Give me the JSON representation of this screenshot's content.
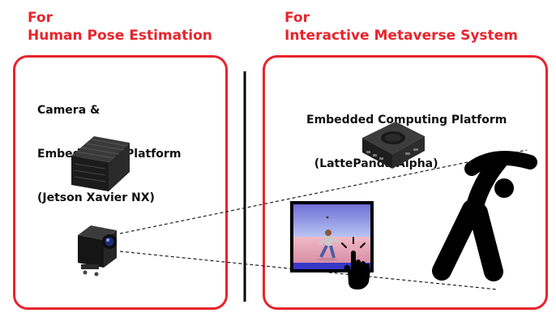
{
  "left": {
    "heading": {
      "line1": "For",
      "line2": "Human Pose Estimation"
    },
    "caption": {
      "line1": "Camera &",
      "line2": "Embedded AI Platform",
      "line3": "(Jetson Xavier NX)"
    }
  },
  "right": {
    "heading": {
      "line1": "For",
      "line2": "Interactive Metaverse System"
    },
    "caption": {
      "line1": "Embedded Computing Platform",
      "line2": "  (LattePanda Alpha)"
    }
  },
  "colors": {
    "accent": "#e8242c",
    "text": "#111111",
    "divider": "#000000"
  },
  "icons": [
    "jetson-xavier-nx-device-icon",
    "camera-icon",
    "lattepanda-board-icon",
    "metaverse-screen-icon",
    "touch-hand-icon",
    "stretching-person-icon"
  ]
}
